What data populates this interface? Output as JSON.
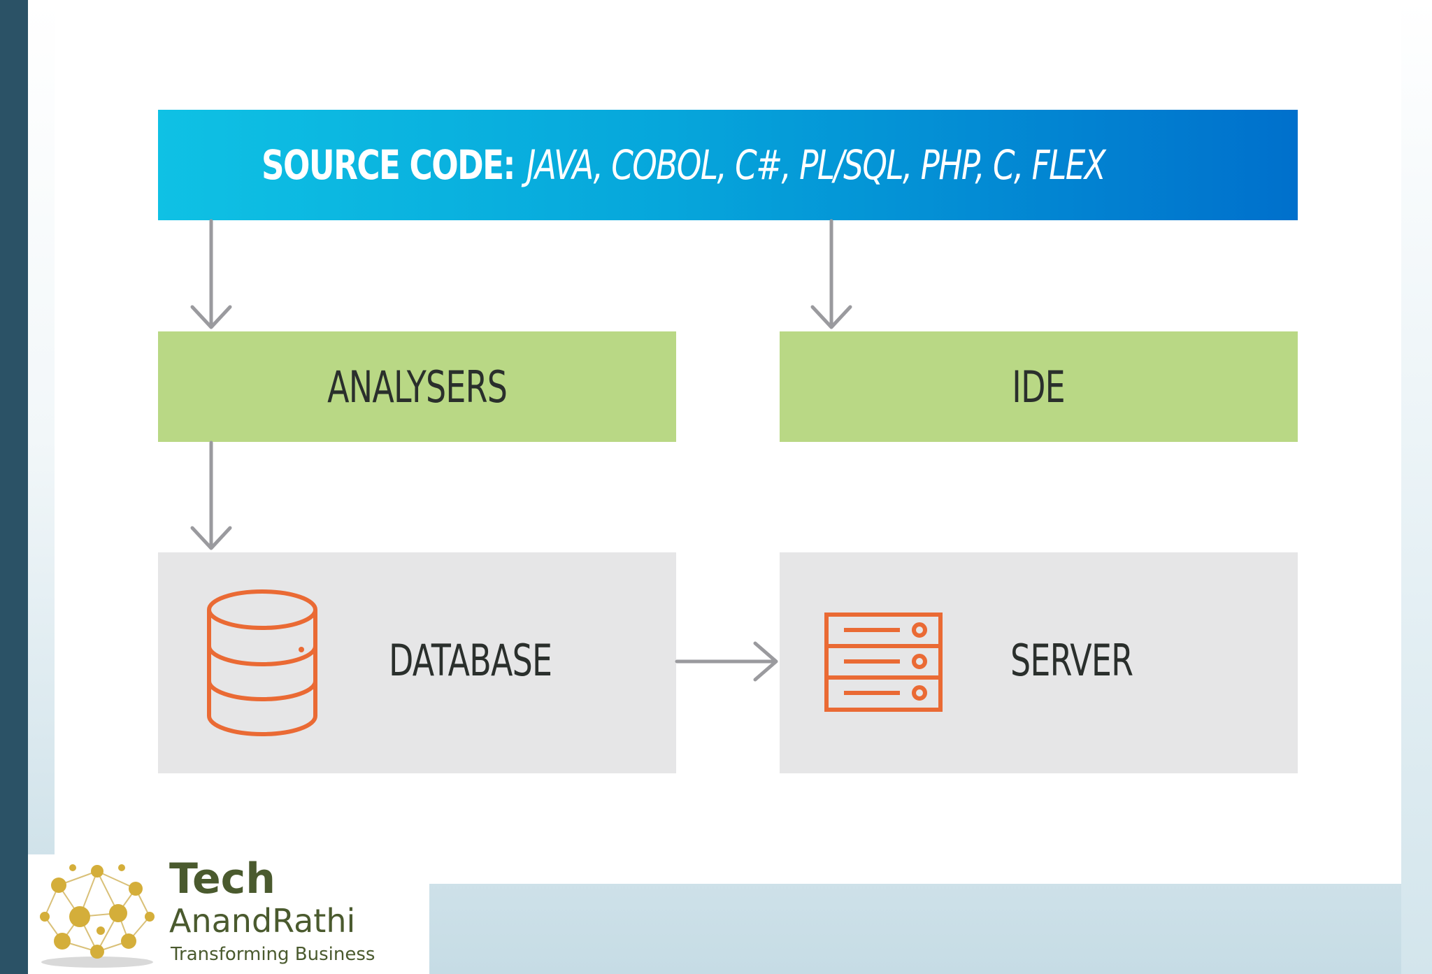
{
  "diagram": {
    "source": {
      "label": "SOURCE CODE:",
      "languages": "JAVA, COBOL, C#, PL/SQL, PHP, C, FLEX"
    },
    "nodes": {
      "analysers": "ANALYSERS",
      "ide": "IDE",
      "database": "DATABASE",
      "server": "SERVER"
    },
    "edges": [
      {
        "from": "source",
        "to": "analysers"
      },
      {
        "from": "source",
        "to": "ide"
      },
      {
        "from": "analysers",
        "to": "database"
      },
      {
        "from": "database",
        "to": "server"
      }
    ],
    "colors": {
      "source_gradient_start": "#0fc1e4",
      "source_gradient_end": "#0070cc",
      "tool_box": "#b9d885",
      "store_box": "#e6e6e7",
      "icon": "#ea6a34",
      "arrow": "#9a9a9e"
    },
    "icons": {
      "database": "database-icon",
      "server": "server-icon"
    }
  },
  "logo": {
    "title": "Tech",
    "subtitle": "AnandRathi",
    "tagline": "Transforming Business",
    "icon": "globe-network-icon"
  }
}
